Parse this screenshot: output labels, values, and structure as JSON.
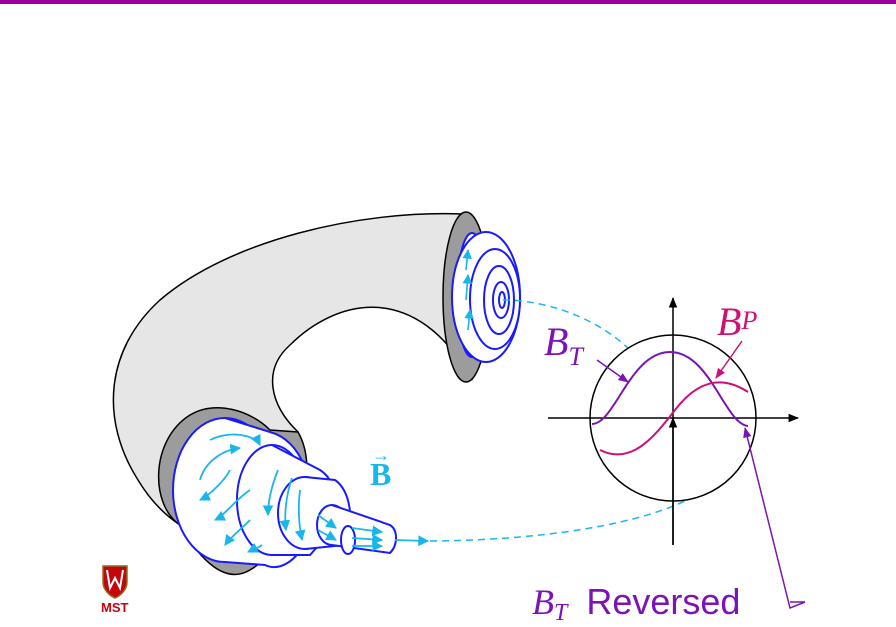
{
  "diagram": {
    "field_label": "B",
    "field_arrow": "→",
    "toroidal_label": {
      "base": "B",
      "sub": "T"
    },
    "poloidal_label": {
      "base": "B",
      "sub": "P"
    },
    "reversed_label": {
      "base": "B",
      "sub": "T",
      "text": "Reversed"
    }
  },
  "logo": {
    "text": "MST",
    "icon": "uw-crest-icon"
  },
  "colors": {
    "accent_bar": "#9b009b",
    "torus_fill": "#e6e6e6",
    "cross_section_outline": "#1a1aff",
    "field_lines": "#19b6ec",
    "bt_curve": "#7a14b4",
    "bp_curve": "#cc1177",
    "crest": "#c5050c"
  }
}
